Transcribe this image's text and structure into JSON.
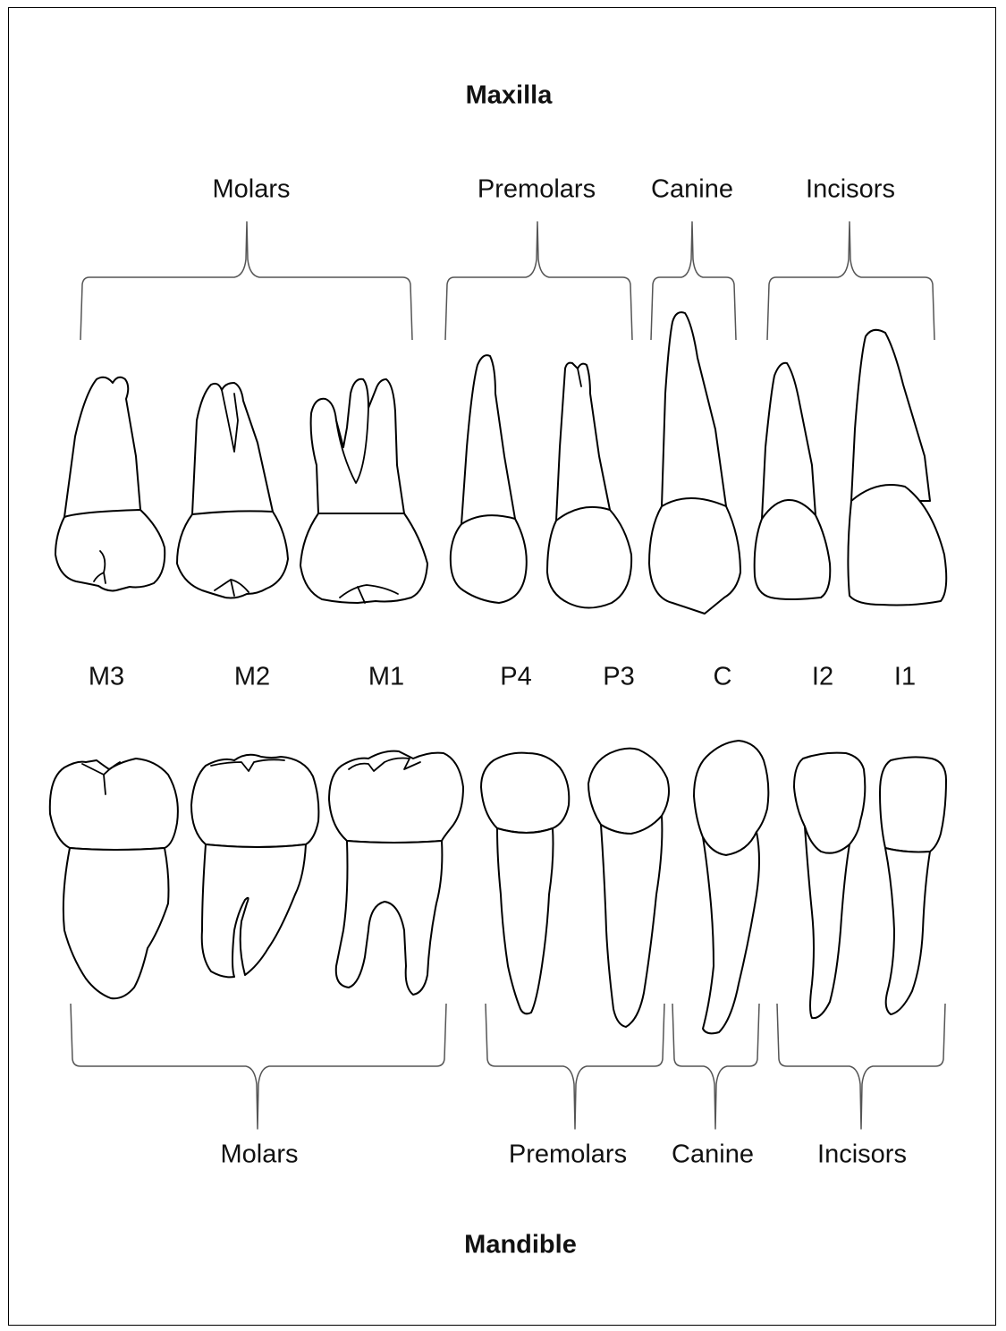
{
  "maxilla": {
    "title": "Maxilla",
    "groups": {
      "molars": "Molars",
      "premolars": "Premolars",
      "canine": "Canine",
      "incisors": "Incisors"
    }
  },
  "teeth": {
    "m3": "M3",
    "m2": "M2",
    "m1": "M1",
    "p4": "P4",
    "p3": "P3",
    "c": "C",
    "i2": "I2",
    "i1": "I1"
  },
  "mandible": {
    "title": "Mandible",
    "groups": {
      "molars": "Molars",
      "premolars": "Premolars",
      "canine": "Canine",
      "incisors": "Incisors"
    }
  }
}
